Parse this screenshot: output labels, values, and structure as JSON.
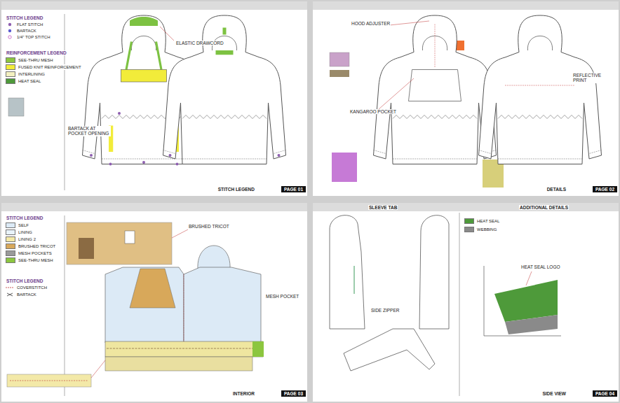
{
  "diagram": {
    "nodes": [
      {
        "text": [
          "PAGE 01"
        ]
      },
      {
        "text": [
          "PAGE 02"
        ]
      },
      {
        "text": [
          "PAGE 03"
        ]
      },
      {
        "text": [
          "PAGE 04"
        ]
      }
    ],
    "labels": [
      "STITCH LEGEND",
      "REINFORCEMENT LEGEND",
      "STITCH LEGEND",
      "DETAILS",
      "STITCH LEGEND",
      "STITCH LEGEND",
      "INTERIOR",
      "SIDE VIEW",
      "SLEEVE TAB",
      "ADDITIONAL DETAILS",
      "ELASTIC DRAWCORD",
      "BARTACK AT POCKET OPENING",
      "HOOD ADJUSTER",
      "REFLECTIVE PRINT",
      "KANGAROO POCKET",
      "BRUSHED TRICOT",
      "MESH POCKET",
      "SIDE ZIPPER",
      "HEAT SEAL LOGO"
    ],
    "legend": [
      {
        "text": "FLAT STITCH"
      },
      {
        "text": "BARTACK"
      },
      {
        "text": "1/4\" TOP STITCH"
      },
      {
        "text": "SEE-THRU MESH",
        "color": "#8cc63f"
      },
      {
        "text": "FUSED KNIT REINFORCEMENT",
        "color": "#f2ec3a"
      },
      {
        "text": "INTERLINING",
        "color": "#f3f0c0"
      },
      {
        "text": "HEAT SEAL",
        "color": "#4e9a3a"
      },
      {
        "text": "SELF",
        "color": "#dceaf6"
      },
      {
        "text": "LINING",
        "color": "#e8f3fb"
      },
      {
        "text": "LINING 2",
        "color": "#f3e9a8"
      },
      {
        "text": "BRUSHED TRICOT",
        "color": "#d8a85a"
      },
      {
        "text": "MESH POCKETS",
        "color": "#9a9a9a"
      },
      {
        "text": "SEE-THRU MESH",
        "color": "#8cc63f"
      },
      {
        "text": "COVERSTITCH"
      },
      {
        "text": "BARTACK"
      },
      {
        "text": "HEAT SEAL",
        "color": "#4e9a3a"
      },
      {
        "text": "WEBBING",
        "color": "#8a8a8a"
      }
    ]
  }
}
